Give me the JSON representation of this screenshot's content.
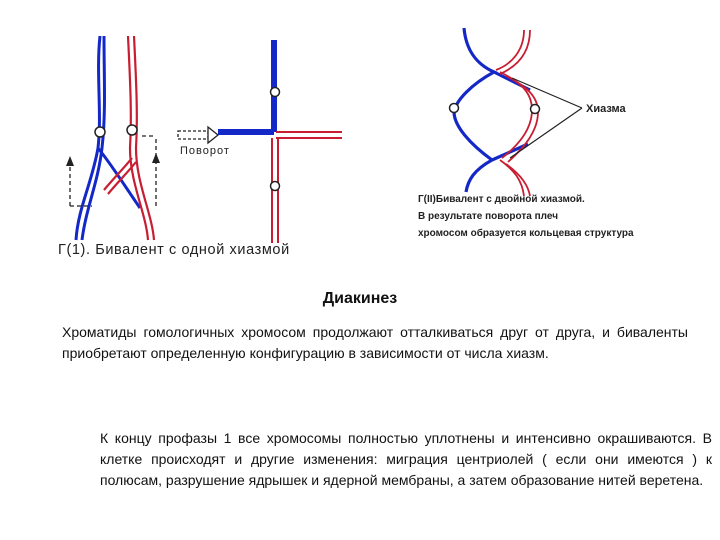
{
  "figure_left": {
    "arrow_label": "Поворот",
    "caption": "Г(1). Бивалент с одной хиазмой"
  },
  "figure_right": {
    "chiasma_label": "Хиазма",
    "caption_lines": [
      "Г(II)Бивалент с двойной хиазмой.",
      "В результате поворота плеч",
      "хромосом образуется кольцевая структура"
    ]
  },
  "section": {
    "title": "Диакинез",
    "paragraph1": "Хроматиды гомологичных хромосом продолжают отталкиваться друг от друга, и биваленты приобретают определенную конфигурацию в зависимости от числа хиазм.",
    "paragraph2": "К концу профазы 1 все хромосомы полностью уплотнены и интенсивно окрашиваются. В клетке происходят и другие изменения: миграция центриолей ( если они имеются ) к полюсам, разрушение ядрышек и ядерной мембраны, а затем образование нитей веретена."
  },
  "colors": {
    "blue": "#1428c8",
    "red": "#c81e32",
    "dark": "#222222"
  }
}
